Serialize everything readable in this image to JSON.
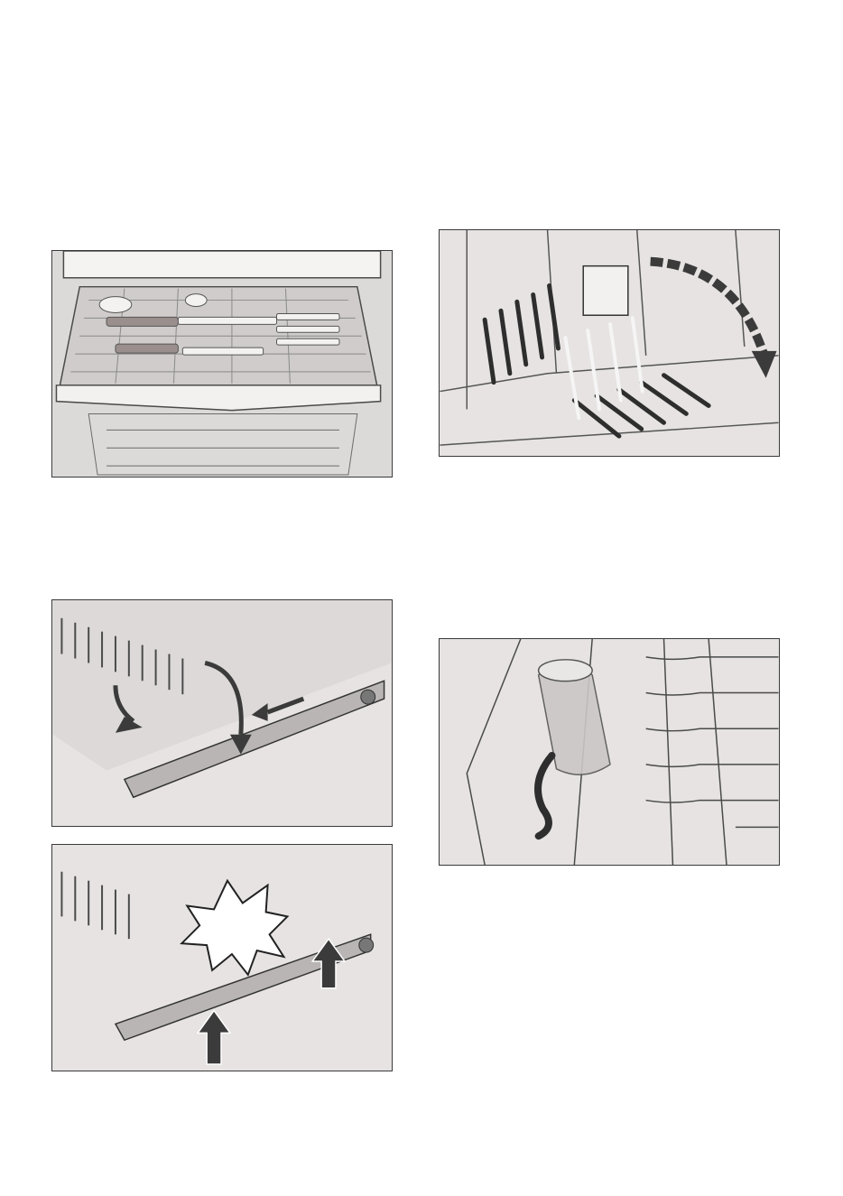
{
  "colors": {
    "panel_background": "#e6e3e2",
    "panel_border": "#3a3a3a",
    "line_art": "#4a4a4a",
    "dark_tines": "#2e2e2e",
    "arrow_fill": "#3b3b3b",
    "highlight_white": "#ffffff"
  },
  "illustrations": [
    {
      "id": "cutlery-drawer",
      "icon": "cutlery-drawer-illustration"
    },
    {
      "id": "tine-fold",
      "icon": "folding-tines-illustration"
    },
    {
      "id": "rack-fold",
      "icon": "rack-fold-down-illustration"
    },
    {
      "id": "rack-click",
      "icon": "rack-click-in-illustration"
    },
    {
      "id": "glass-holder",
      "icon": "glass-holder-illustration"
    }
  ]
}
